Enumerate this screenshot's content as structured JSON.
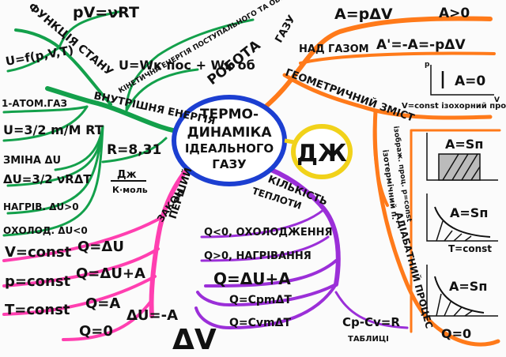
{
  "center": {
    "lines": [
      "ТЕРМО-",
      "ДИНАМІКА",
      "ІДЕАЛЬНОГО",
      "ГАЗУ"
    ],
    "side_badge": "ДЖ",
    "corner_badge": "ΔV",
    "colors": {
      "center_ring": "#1c3fd1",
      "badge_ring": "#f1d21a"
    }
  },
  "green_branch": {
    "color": "#13a04b",
    "functions_of_state": "ФУНКЦІЯ СТАНУ",
    "clapeyron": "pV=νRT",
    "u_func": "U=f(p,V,T)",
    "kinetic_label": "КІНЕТИЧНА ЕНЕРГІЯ ПОСТУПАЛЬНОГО ТА ОБЕРТАЛЬНОГО РУХУ МОЛЕКУЛ",
    "u_sum": "U=Wк пос + Wк об",
    "internal_energy": "ВНУТРІШНЯ ЕНЕРГІЯ",
    "mono_gas": "1-АТОМ.ГАЗ",
    "u_formula": "U=3/2 m/M RT",
    "r_value": "R=8,31",
    "r_units_top": "Дж",
    "r_units_bottom": "К·моль",
    "change_label": "ЗМІНА ΔU",
    "delta_u": "ΔU=3/2 νRΔT",
    "heating": "НАГРІВ. ΔU>0",
    "cooling": "ОХОЛОД. ΔU<0"
  },
  "orange_branch": {
    "color": "#ff7a1a",
    "work_label": "РОБОТА",
    "gas_label": "ГАЗУ",
    "work_formula": "A=pΔV",
    "work_positive": "A>0",
    "over_gas_label": "НАД ГАЗОМ",
    "over_gas_formula": "A'=-A=-pΔV",
    "geometric_label": "ГЕОМЕТРИЧНИЙ ЗМІСТ",
    "isochoric": "V=const ізохорний проц.",
    "graph_a0": "A=0",
    "graph_a_s": "A=Sп",
    "image_label": "ізображ. проц. p=const",
    "isothermal_label": "ізотермічний п.",
    "t_const": "T=const",
    "adiabatic_label": "АДІАБАТНИЙ ПРОЦЕС",
    "adiabatic_q": "Q=0",
    "axis_p": "p",
    "axis_v": "V"
  },
  "purple_branch": {
    "color": "#9b2fd8",
    "label_1": "КІЛЬКІСТЬ",
    "label_2": "ТЕПЛОТИ",
    "q_neg": "Q<0, ОХОЛОДЖЕННЯ",
    "q_pos": "Q>0, НАГРІВАННЯ",
    "q_first": "Q=ΔU+A",
    "q_cp": "Q=CpmΔT",
    "q_cv": "Q=CvmΔT",
    "cp_cv": "Cp-Cv=R",
    "tables": "ТАБЛИЦІ"
  },
  "pink_branch": {
    "color": "#ff3fb0",
    "label_1": "ПЕРШИЙ",
    "label_2": "ЗАКОН",
    "v_const": "V=const",
    "v_q": "Q=ΔU",
    "p_const": "p=const",
    "p_q": "Q=ΔU+A",
    "t_const": "T=const",
    "t_q": "Q=A",
    "q0": "Q=0",
    "q0_formula": "ΔU=-A"
  }
}
